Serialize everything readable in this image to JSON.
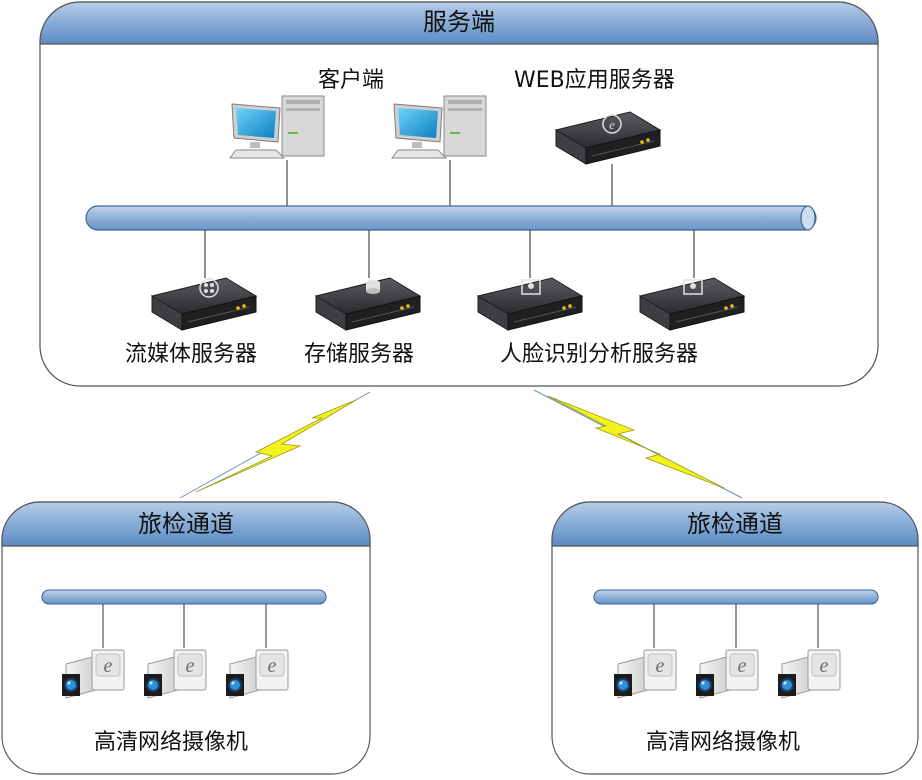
{
  "server_panel": {
    "title": "服务端",
    "client_label": "客户端",
    "web_label": "WEB应用服务器",
    "streaming_label": "流媒体服务器",
    "storage_label": "存储服务器",
    "face_label": "人脸识别分析服务器"
  },
  "channels": [
    {
      "title": "旅检通道",
      "camera_label": "高清网络摄像机"
    },
    {
      "title": "旅检通道",
      "camera_label": "高清网络摄像机"
    }
  ],
  "colors": {
    "panel_header_top": "#a9c4e4",
    "panel_header_bottom": "#5f8fc6",
    "bus_fill": "#8fb1d8",
    "bus_stroke": "#3e6795",
    "lightning": "#f4f21a",
    "server_body": "#2e2f31"
  },
  "icons": {
    "client_pc": "desktop-computer-icon",
    "web_server": "web-server-icon",
    "streaming_server": "film-reel-icon",
    "storage_server": "database-icon",
    "face_server": "face-recognition-icon",
    "camera": "ip-camera-icon",
    "link": "lightning-bolt-icon"
  }
}
